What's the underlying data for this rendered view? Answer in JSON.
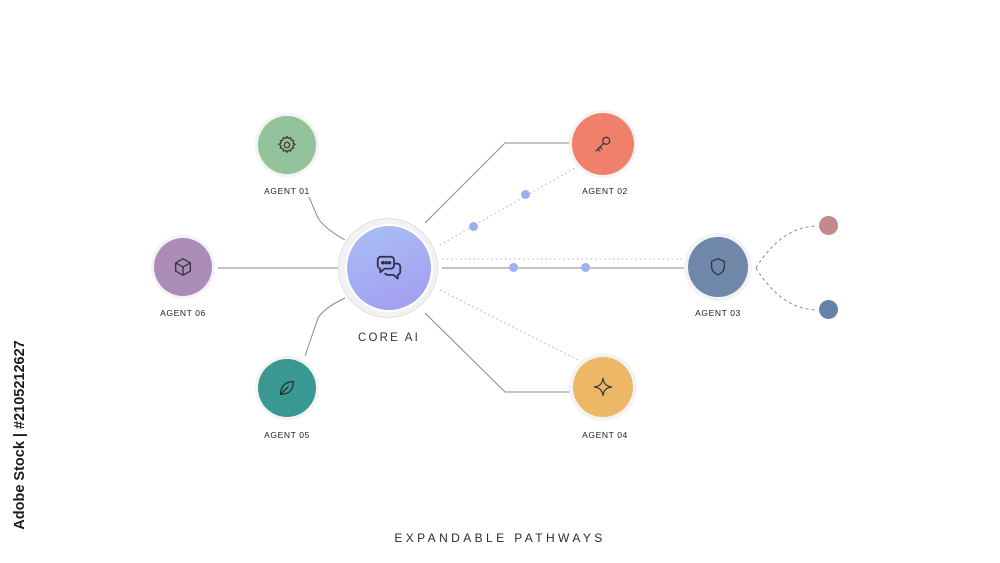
{
  "diagram": {
    "core": {
      "label": "CORE AI",
      "icon": "chat-bubbles-icon"
    },
    "agents": [
      {
        "id": "01",
        "label": "AGENT 01",
        "icon": "gear-icon",
        "color": "#93c39b"
      },
      {
        "id": "02",
        "label": "AGENT 02",
        "icon": "key-icon",
        "color": "#f0806a"
      },
      {
        "id": "03",
        "label": "AGENT 03",
        "icon": "shield-icon",
        "color": "#6f87a8"
      },
      {
        "id": "04",
        "label": "AGENT 04",
        "icon": "sparkle-icon",
        "color": "#edb866"
      },
      {
        "id": "05",
        "label": "AGENT 05",
        "icon": "leaf-icon",
        "color": "#3a9892"
      },
      {
        "id": "06",
        "label": "AGENT 06",
        "icon": "cube-icon",
        "color": "#ab8bb8"
      }
    ],
    "branch_colors": [
      "#c4898a",
      "#6483a8"
    ],
    "accent": "#9bb0f0"
  },
  "footer": {
    "title": "EXPANDABLE PATHWAYS"
  },
  "stock_credit": "Adobe Stock | #2105212627"
}
